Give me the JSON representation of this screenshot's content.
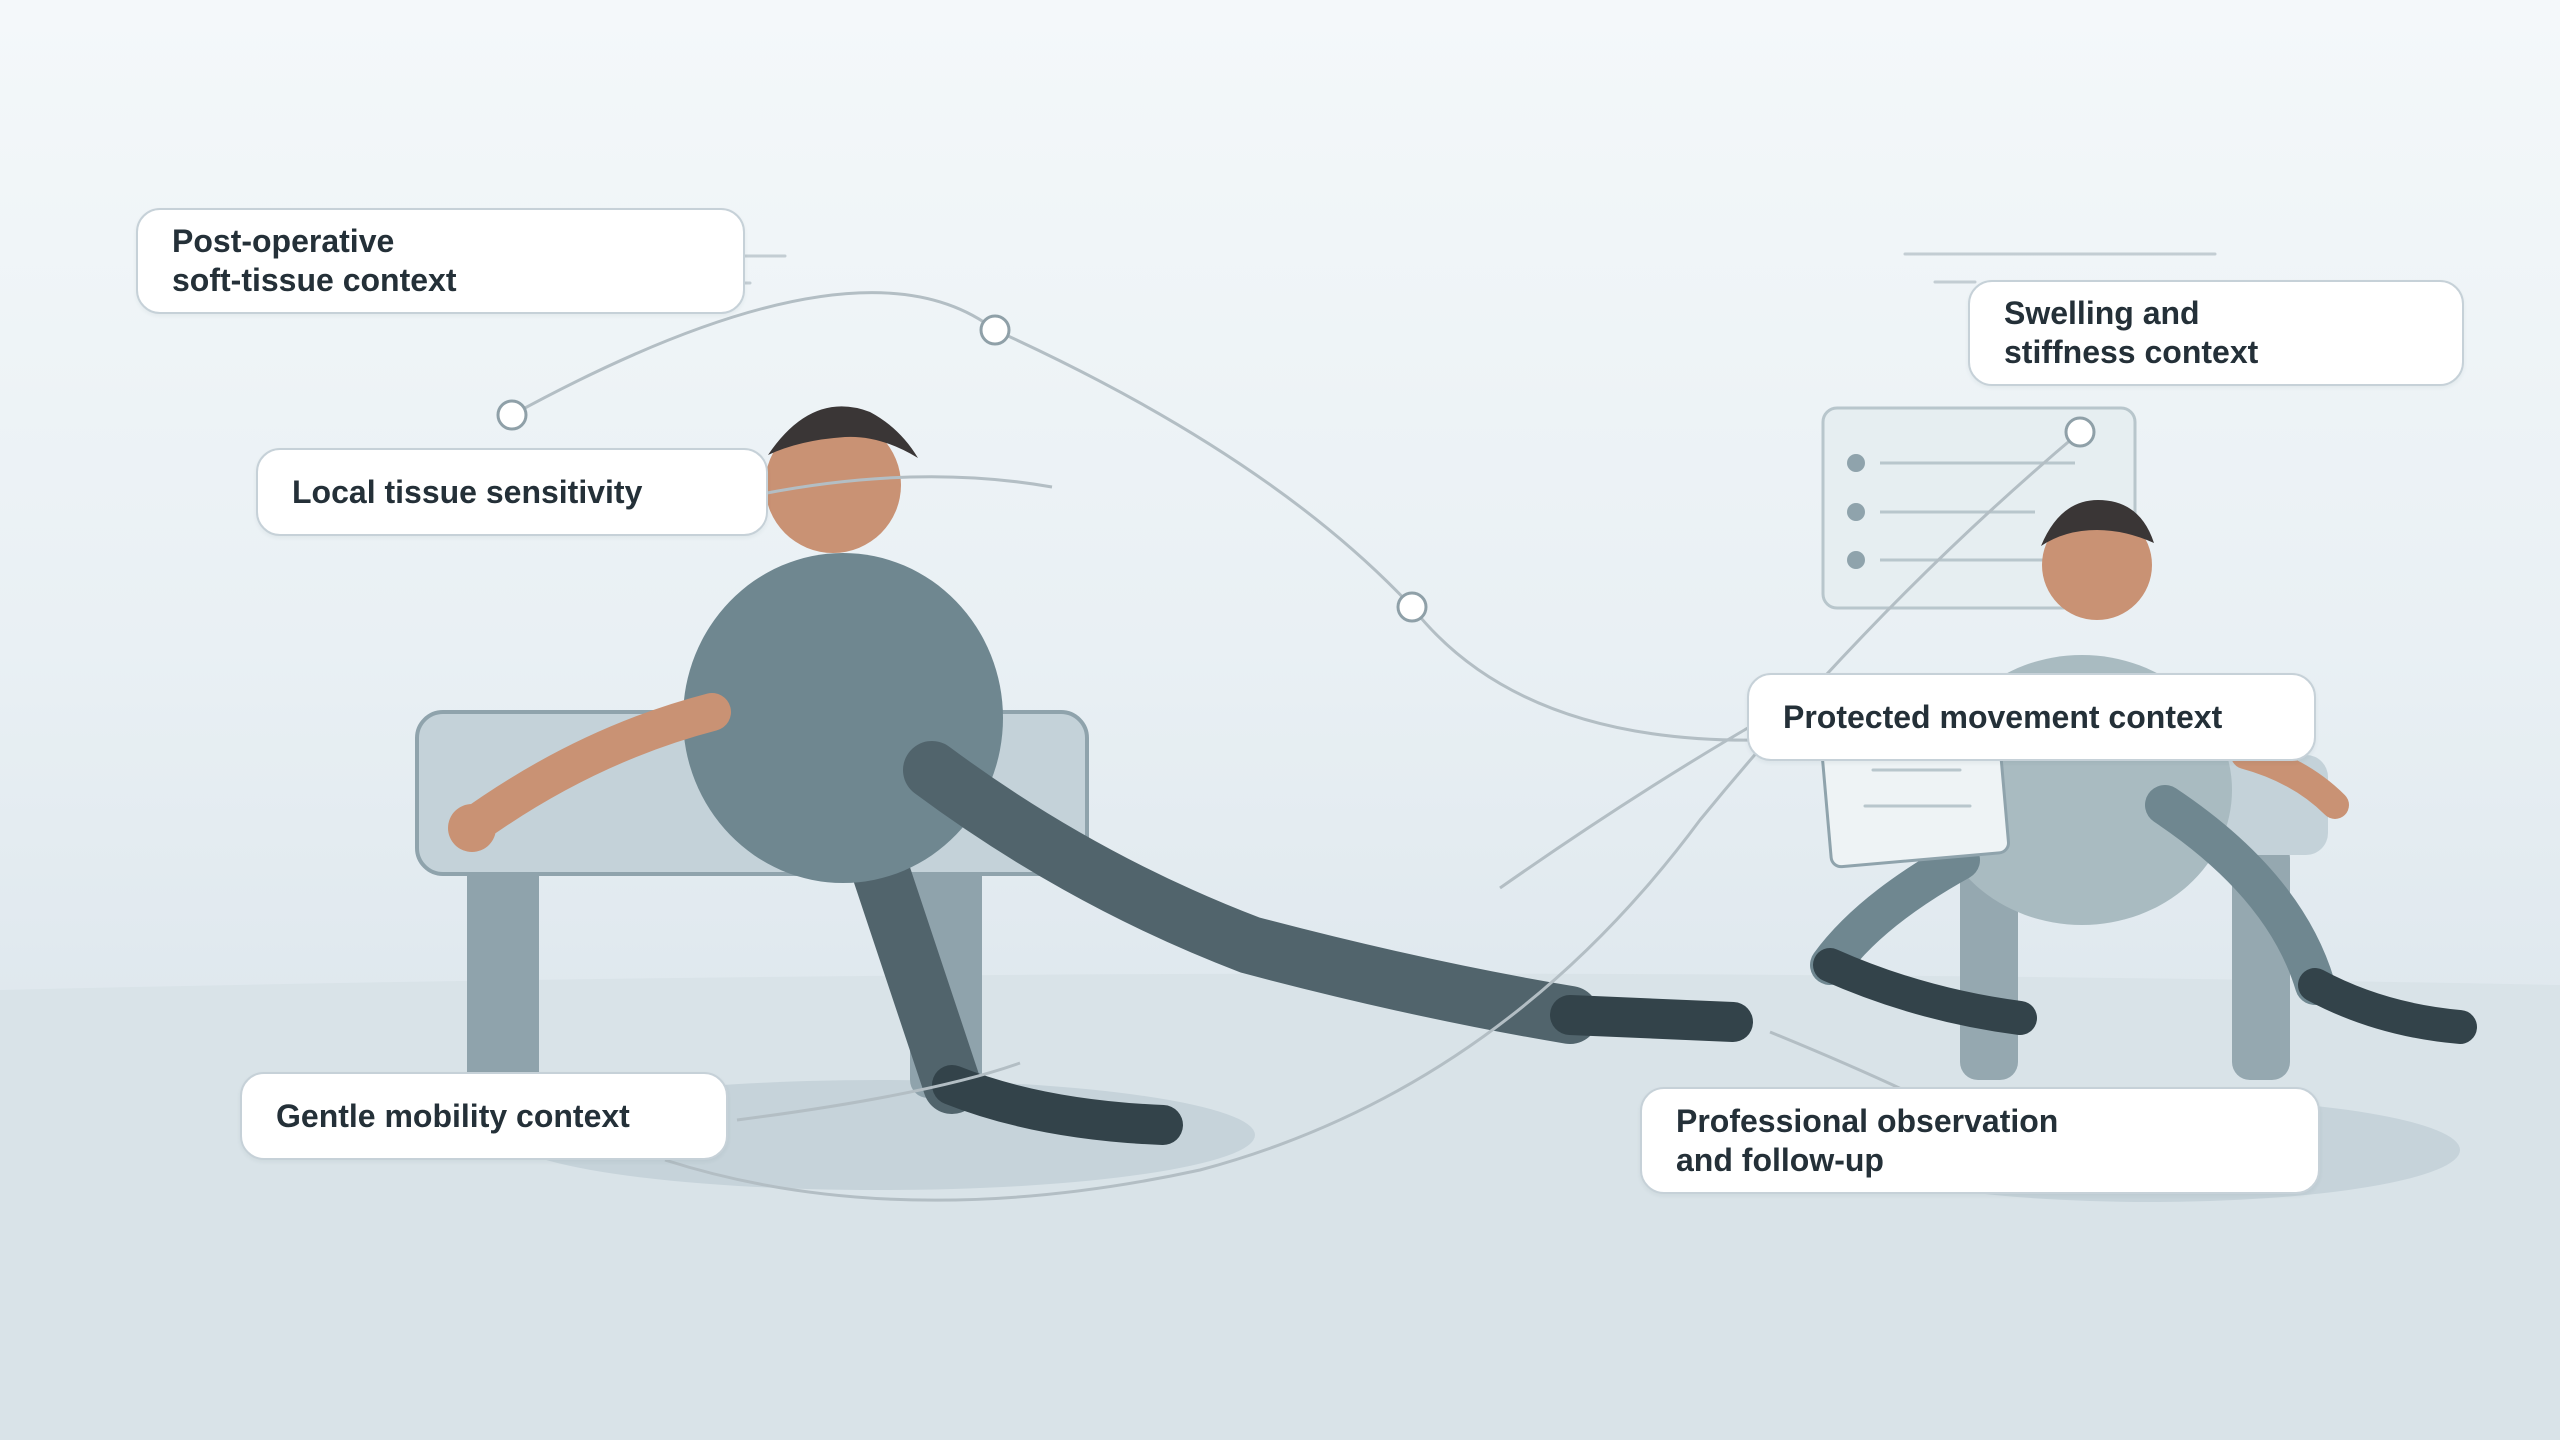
{
  "labels": {
    "post_operative": "Post-operative\nsoft-tissue context",
    "local_sensitivity": "Local tissue sensitivity",
    "gentle_mobility": "Gentle mobility context",
    "swelling_stiffness": "Swelling and\nstiffness context",
    "protected_movement": "Protected movement context",
    "professional_observation": "Professional observation\nand follow-up"
  },
  "colors": {
    "background_top": "#f4f8fa",
    "floor": "#d9e3e8",
    "skin": "#c99274",
    "hair": "#3a3636",
    "torso_patient": "#6f8790",
    "limb_dark": "#51646c",
    "shoe": "#33434a",
    "torso_clinician": "#a9bbc1",
    "bench": "#c4d2d9",
    "bench_legs": "#8fa3ac",
    "connector_line": "#b3bec4",
    "callout_border": "#c6d1d8",
    "text": "#243038"
  }
}
